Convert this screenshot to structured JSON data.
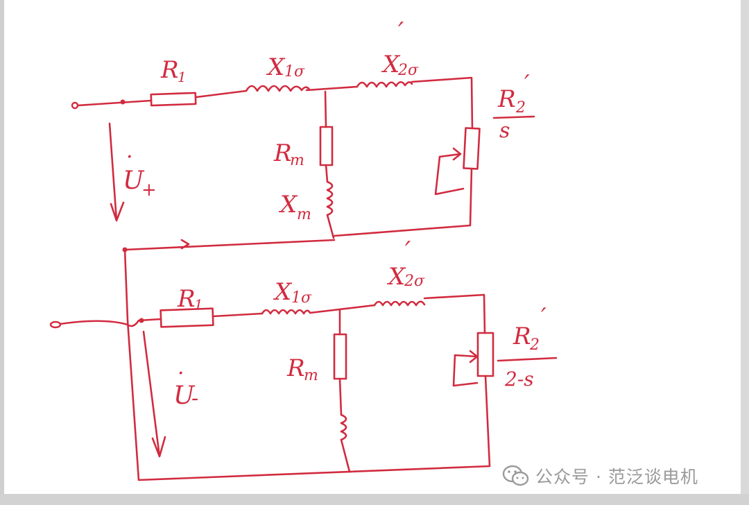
{
  "diagram": {
    "top_circuit": {
      "labels": {
        "r1": "R",
        "r1_sub": "1",
        "x1": "X",
        "x1_sub": "1σ",
        "x2": "X",
        "x2_sub": "2σ",
        "x2_prime": "′",
        "rm": "R",
        "rm_sub": "m",
        "xm": "X",
        "xm_sub": "m",
        "load_num": "R",
        "load_num_sub": "2",
        "load_prime": "′",
        "load_den": "s",
        "voltage": "U",
        "voltage_sub": "+",
        "voltage_dot": "·"
      }
    },
    "bottom_circuit": {
      "labels": {
        "r1": "R",
        "r1_sub": "1",
        "x1": "X",
        "x1_sub": "1σ",
        "x2": "X",
        "x2_sub": "2σ",
        "x2_prime": "′",
        "rm": "R",
        "rm_sub": "m",
        "load_num": "R",
        "load_num_sub": "2",
        "load_prime": "′",
        "load_den": "2-s",
        "voltage": "U",
        "voltage_sub": "-",
        "voltage_dot": "·"
      }
    },
    "ink_color": "#d12b3f"
  },
  "watermark": {
    "text": "公众号 · 范泛谈电机",
    "icon": "wechat-icon"
  }
}
